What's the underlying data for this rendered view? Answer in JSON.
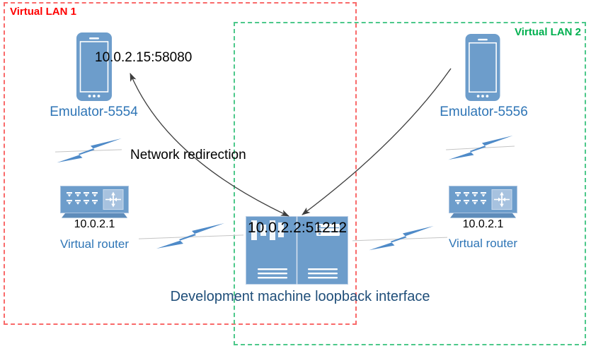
{
  "diagram": {
    "lans": [
      {
        "label": "Virtual LAN 1"
      },
      {
        "label": "Virtual LAN 2"
      }
    ],
    "nodes": {
      "emulator1": {
        "name": "Emulator-5554",
        "address": "10.0.2.15:58080"
      },
      "emulator2": {
        "name": "Emulator-5556"
      },
      "router1": {
        "ip": "10.0.2.1",
        "caption": "Virtual router"
      },
      "router2": {
        "ip": "10.0.2.1",
        "caption": "Virtual router"
      },
      "dev_machine": {
        "address": "10.0.2.2:51212",
        "caption": "Development machine loopback interface"
      }
    },
    "annotations": {
      "redirection": "Network redirection"
    }
  },
  "colors": {
    "lan1-border": "#F96A6A",
    "lan1-text": "#FF0000",
    "lan2-border": "#4CC88A",
    "lan2-text": "#00B050",
    "icon-blue": "#6D9DCB",
    "icon-edge": "#A9C3E0",
    "icon-base": "#5E8CBA",
    "bolt-blue": "#4E8AC8",
    "caption-blue": "#2E75B6",
    "dev-caption": "#1F4E79",
    "arrow-color": "#3D3D3D",
    "conn-gray": "#C4C4C4"
  }
}
